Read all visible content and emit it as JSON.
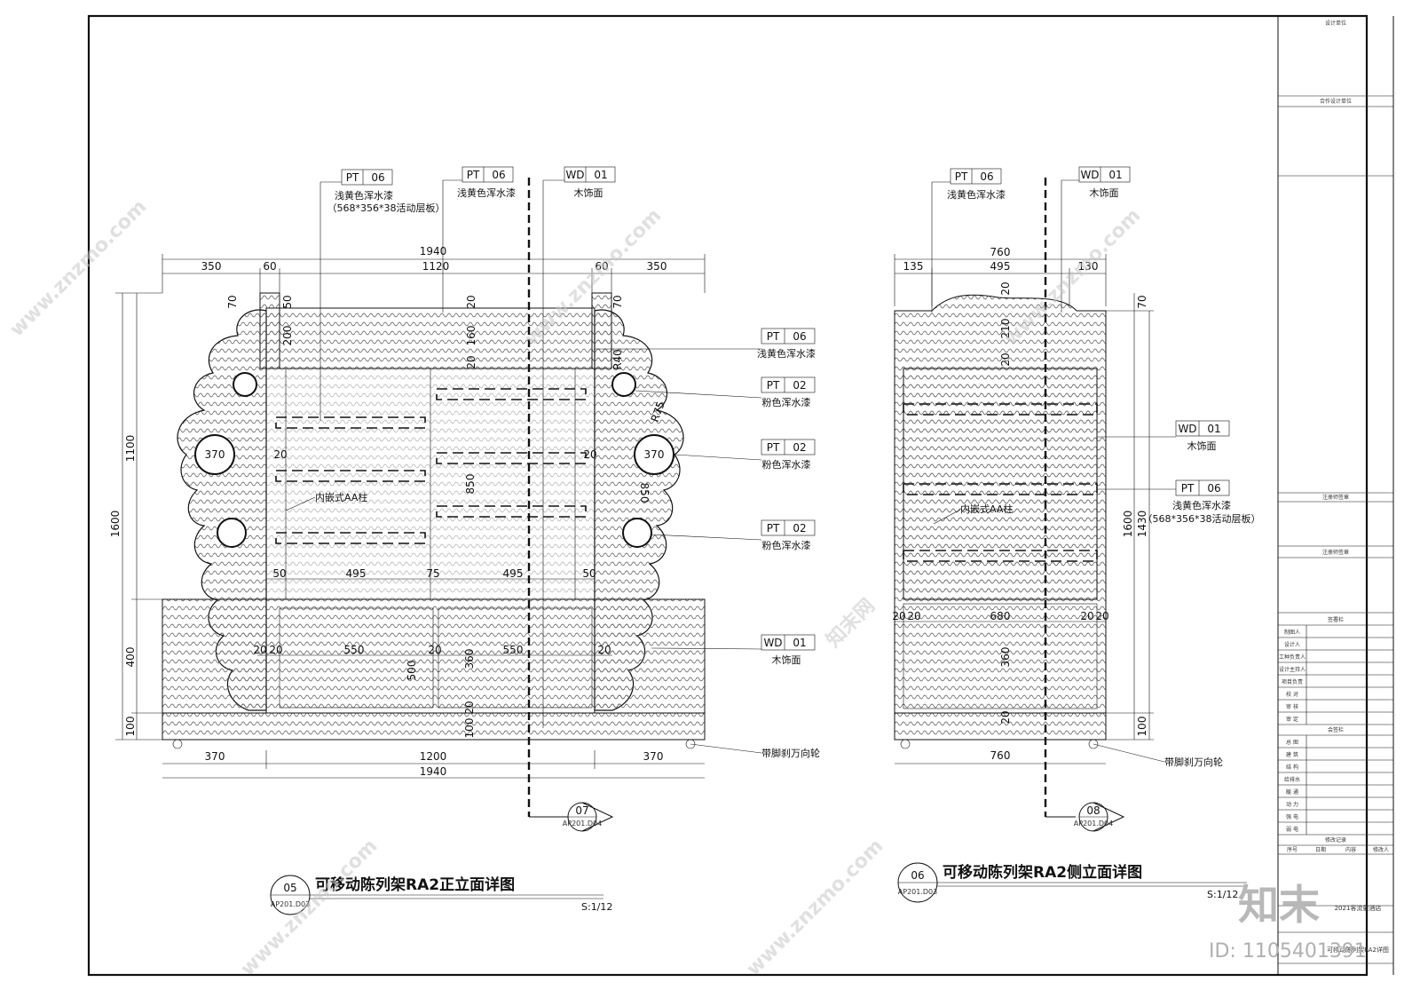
{
  "front_view": {
    "title": "可移动陈列架RA2正立面详图",
    "number": "05",
    "sheet_ref": "AP201.D03",
    "scale": "S:1/12",
    "dims_top": {
      "overall": "1940",
      "segments": [
        "350",
        "60",
        "1120",
        "60",
        "350"
      ]
    },
    "dims_bottom": {
      "overall": "1940",
      "segments": [
        "370",
        "1200",
        "370"
      ]
    },
    "dims_left": {
      "overall": "1600",
      "upper": "1100",
      "middle": "400",
      "base": "100"
    },
    "dims_inner": [
      "70",
      "50",
      "200",
      "20",
      "160",
      "20",
      "70",
      "R40",
      "R75",
      "370",
      "370",
      "20",
      "20",
      "850",
      "850",
      "50",
      "495",
      "75",
      "495",
      "50",
      "20",
      "20",
      "550",
      "20",
      "550",
      "20",
      "360",
      "500",
      "100",
      "20"
    ],
    "callouts": [
      {
        "code": "PT",
        "num": "06",
        "desc": "浅黄色浑水漆",
        "sub": "（568*356*38活动层板）"
      },
      {
        "code": "PT",
        "num": "06",
        "desc": "浅黄色浑水漆"
      },
      {
        "code": "WD",
        "num": "01",
        "desc": "木饰面"
      },
      {
        "code": "PT",
        "num": "06",
        "desc": "浅黄色浑水漆"
      },
      {
        "code": "PT",
        "num": "02",
        "desc": "粉色浑水漆"
      },
      {
        "code": "PT",
        "num": "02",
        "desc": "粉色浑水漆"
      },
      {
        "code": "PT",
        "num": "02",
        "desc": "粉色浑水漆"
      },
      {
        "code": "WD",
        "num": "01",
        "desc": "木饰面"
      }
    ],
    "aa_label": "内嵌式AA柱",
    "caster_label": "带脚刹万向轮",
    "section_mark": {
      "num": "07",
      "ref": "AP201.D04"
    }
  },
  "side_view": {
    "title": "可移动陈列架RA2侧立面详图",
    "number": "06",
    "sheet_ref": "AP201.D03",
    "scale": "S:1/12",
    "dims_top": {
      "overall": "760",
      "segments": [
        "135",
        "495",
        "130"
      ]
    },
    "dims_bottom": "760",
    "dims_right": {
      "overall": "1430",
      "upper": "70",
      "base": "100"
    },
    "dims_left_labels": [
      "1600"
    ],
    "dims_inner": [
      "20",
      "210",
      "20",
      "20",
      "20",
      "680",
      "20",
      "20",
      "360",
      "20"
    ],
    "callouts": [
      {
        "code": "PT",
        "num": "06",
        "desc": "浅黄色浑水漆"
      },
      {
        "code": "WD",
        "num": "01",
        "desc": "木饰面"
      },
      {
        "code": "WD",
        "num": "01",
        "desc": "木饰面"
      },
      {
        "code": "PT",
        "num": "06",
        "desc": "浅黄色浑水漆",
        "sub": "（568*356*38活动层板）"
      }
    ],
    "aa_label": "内嵌式AA柱",
    "caster_label": "带脚刹万向轮",
    "section_mark": {
      "num": "08",
      "ref": "AP201.D04"
    }
  },
  "title_block": {
    "design_unit": "设计单位",
    "coop_unit": "合作设计单位",
    "reg_stamp": "注册师签章",
    "reg_sign": "注册师签章",
    "sign_header": "签署栏",
    "sign_rows": [
      "制图人",
      "设计人",
      "工种负责人",
      "设计主持人",
      "项目负责",
      "校 对",
      "审 核",
      "审 定"
    ],
    "company_header": "会签栏",
    "company_rows": [
      "总 图",
      "建 筑",
      "结 构",
      "给排水",
      "暖 通",
      "动 力",
      "强 电",
      "弱 电"
    ],
    "revision_header": "修改记录",
    "revision_cols": [
      "序号",
      "日期",
      "内容",
      "修改人"
    ],
    "project": "2021客流量酒店",
    "drawing_name": "可移动陈列架RA2详图"
  },
  "watermark": {
    "site": "www.znzmo.com",
    "brand": "知末网",
    "logo": "知末",
    "id": "ID: 1105401391"
  }
}
